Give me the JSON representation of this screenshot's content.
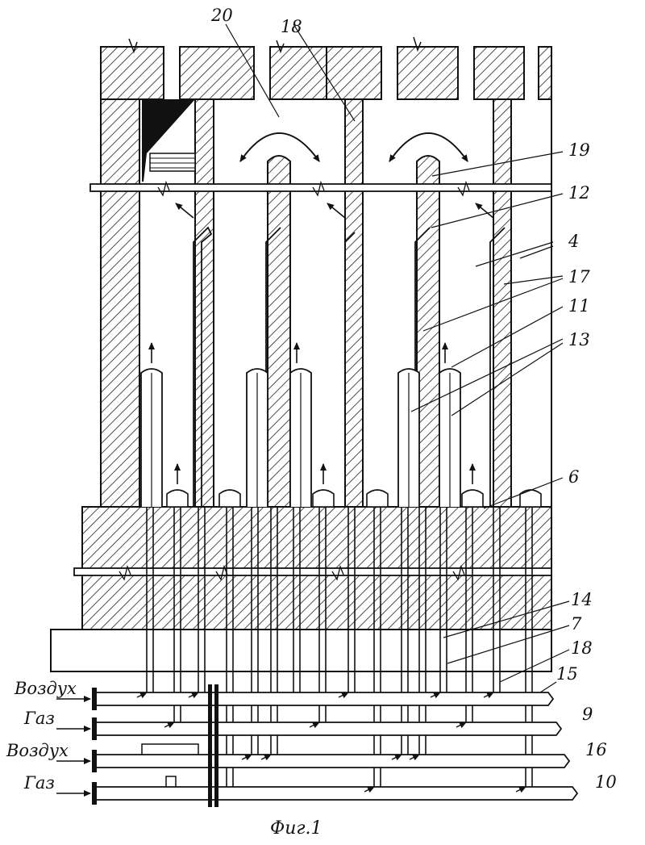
{
  "figure": {
    "caption": "Фиг.1",
    "inlet_labels": [
      "Воздух",
      "Газ",
      "Воздух",
      "Газ"
    ],
    "numbers": [
      "20",
      "18",
      "19",
      "12",
      "4",
      "17",
      "11",
      "13",
      "6",
      "14",
      "7",
      "18",
      "15",
      "9",
      "16",
      "10"
    ]
  },
  "colors": {
    "ink": "#111111",
    "paper": "#ffffff"
  }
}
